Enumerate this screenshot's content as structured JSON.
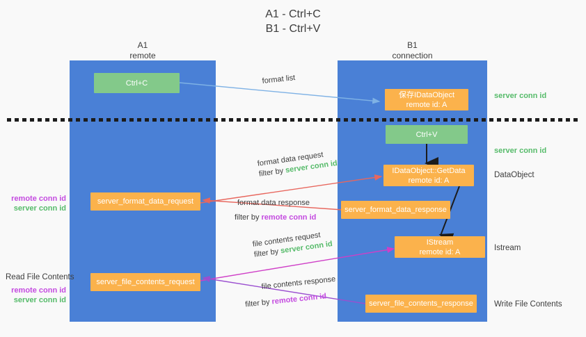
{
  "title": "A1 - Ctrl+C\nB1 - Ctrl+V",
  "columns": [
    {
      "name": "A1",
      "sub": "remote"
    },
    {
      "name": "B1",
      "sub": "connection"
    }
  ],
  "nodes": {
    "ctrl_c": {
      "line1": "Ctrl+C",
      "line2": "",
      "color": "#83c98a"
    },
    "save_idataobject": {
      "line1": "保存IDataObject",
      "line2": "remote id: A",
      "color": "#fbb24c"
    },
    "ctrl_v": {
      "line1": "Ctrl+V",
      "line2": "",
      "color": "#83c98a"
    },
    "idataobject_getdata": {
      "line1": "IDataObject::GetData",
      "line2": "remote id: A",
      "color": "#fbb24c"
    },
    "format_data_request": {
      "line1": "server_format_data_request",
      "line2": "",
      "color": "#fbb24c"
    },
    "format_data_response": {
      "line1": "server_format_data_response",
      "line2": "",
      "color": "#fbb24c"
    },
    "istream": {
      "line1": "IStream",
      "line2": "remote id: A",
      "color": "#fbb24c"
    },
    "file_contents_request": {
      "line1": "server_file_contents_request",
      "line2": "",
      "color": "#fbb24c"
    },
    "file_contents_response": {
      "line1": "server_file_contents_response",
      "line2": "",
      "color": "#fbb24c"
    }
  },
  "edges": {
    "format_list": {
      "label": "format list"
    },
    "format_data_request": {
      "line1": "format data request",
      "filter_prefix": "filter by ",
      "filter_key": "server conn id"
    },
    "format_data_response": {
      "line1": "format data response",
      "filter_prefix": "filter by ",
      "filter_key": "remote conn id"
    },
    "file_contents_request": {
      "line1": "file contents request",
      "filter_prefix": "filter by ",
      "filter_key": "server conn id"
    },
    "file_contents_response": {
      "line1": "file contents response",
      "filter_prefix": "filter by ",
      "filter_key": "remote conn id"
    }
  },
  "right_labels": {
    "server_conn_id_top": "server conn id",
    "server_conn_id_mid": "server conn id",
    "dataobject": "DataObject",
    "istream": "Istream",
    "write_file_contents": "Write File Contents"
  },
  "left_labels": {
    "format_remote": "remote conn id",
    "format_server": "server conn id",
    "read_file_contents": "Read File Contents",
    "file_remote": "remote conn id",
    "file_server": "server conn id"
  },
  "colors": {
    "lane": "#4a80d6",
    "green_node": "#83c98a",
    "orange_node": "#fbb24c",
    "server_conn": "#56bb6a",
    "remote_conn": "#c44be0",
    "wire_blue": "#7fb2e5",
    "wire_red": "#e8675e",
    "wire_magenta": "#cf3fc7",
    "wire_purple": "#9b4fd0",
    "arrow_black": "#1c1c1c",
    "background": "#f9f9f9"
  }
}
